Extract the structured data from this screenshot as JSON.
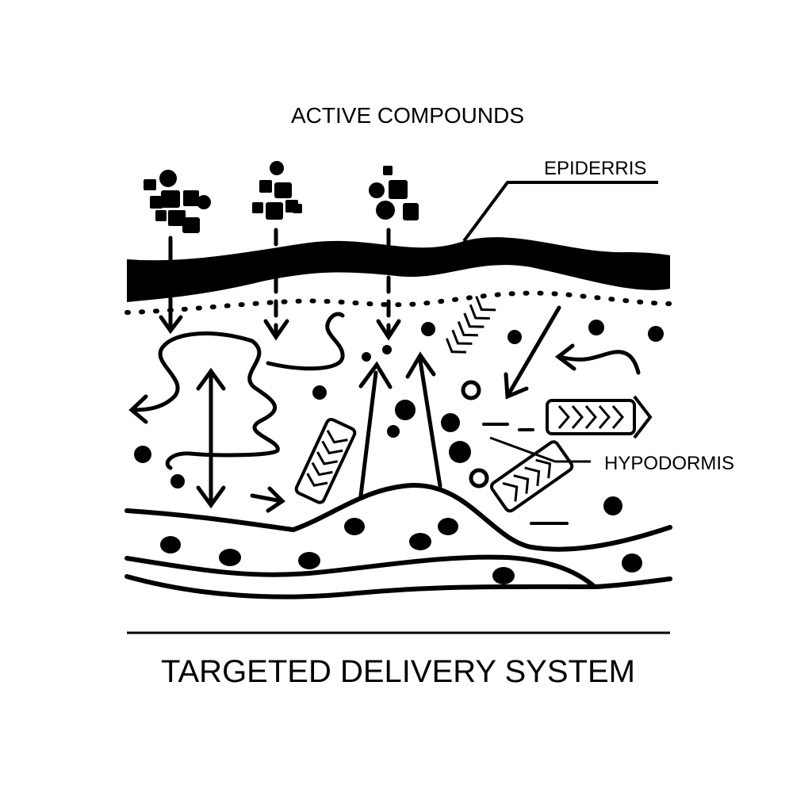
{
  "diagram": {
    "header": "ACTIVE COMPOUNDS",
    "labels": {
      "top_layer": "EPIDERRIS",
      "lower_layer": "HYPODORMIS"
    },
    "footer": "TARGETED DELIVERY SYSTEM",
    "ink_color": "#000000",
    "background_color": "#ffffff"
  }
}
